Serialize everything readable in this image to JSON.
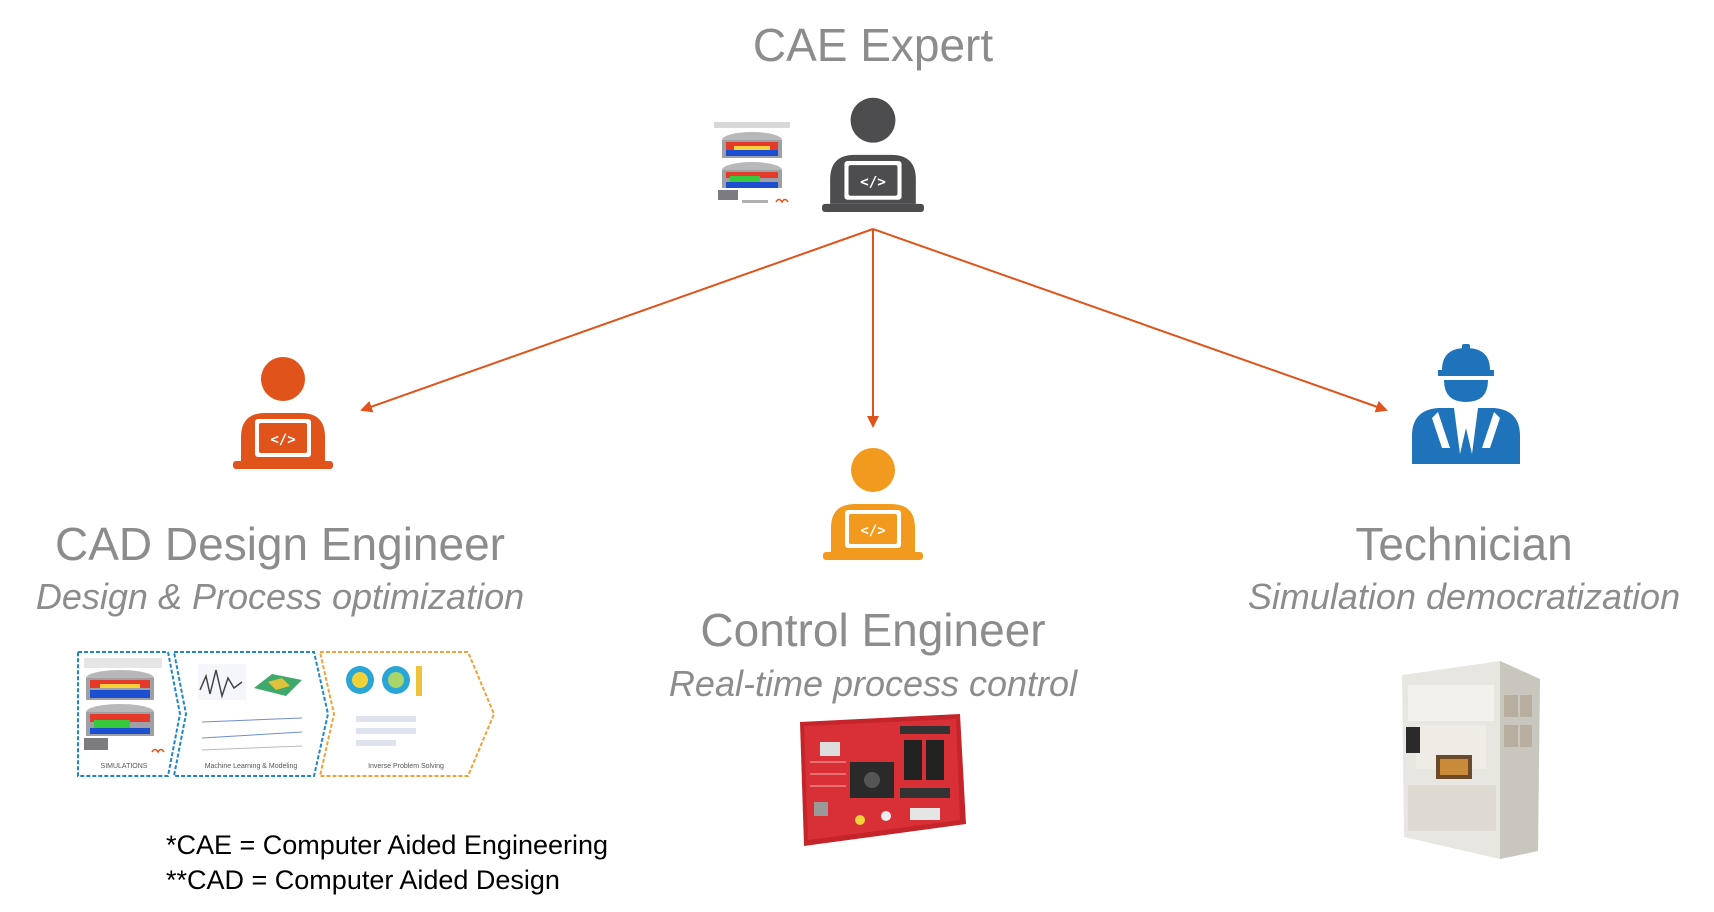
{
  "colors": {
    "arrow": "#e0531a",
    "cae_expert": "#4d4d4f",
    "cad_engineer": "#e0531a",
    "control_engineer": "#f29a1d",
    "technician": "#1f73bb",
    "title_text": "#8c8c8c"
  },
  "roles": {
    "cae_expert": {
      "title": "CAE Expert",
      "icon": "developer-laptop-icon"
    },
    "cad_engineer": {
      "title": "CAD Design Engineer",
      "subtitle": "Design & Process optimization",
      "icon": "developer-laptop-icon"
    },
    "control_engineer": {
      "title": "Control Engineer",
      "subtitle": "Real-time process control",
      "icon": "developer-laptop-icon"
    },
    "technician": {
      "title": "Technician",
      "subtitle": "Simulation democratization",
      "icon": "hardhat-worker-icon"
    }
  },
  "workflow_steps": [
    {
      "label": "SIMULATIONS"
    },
    {
      "label": "Machine Learning & Modeling"
    },
    {
      "label": "Inverse Problem Solving"
    }
  ],
  "footnotes": [
    "*CAE = Computer Aided Engineering",
    "**CAD = Computer Aided Design"
  ]
}
